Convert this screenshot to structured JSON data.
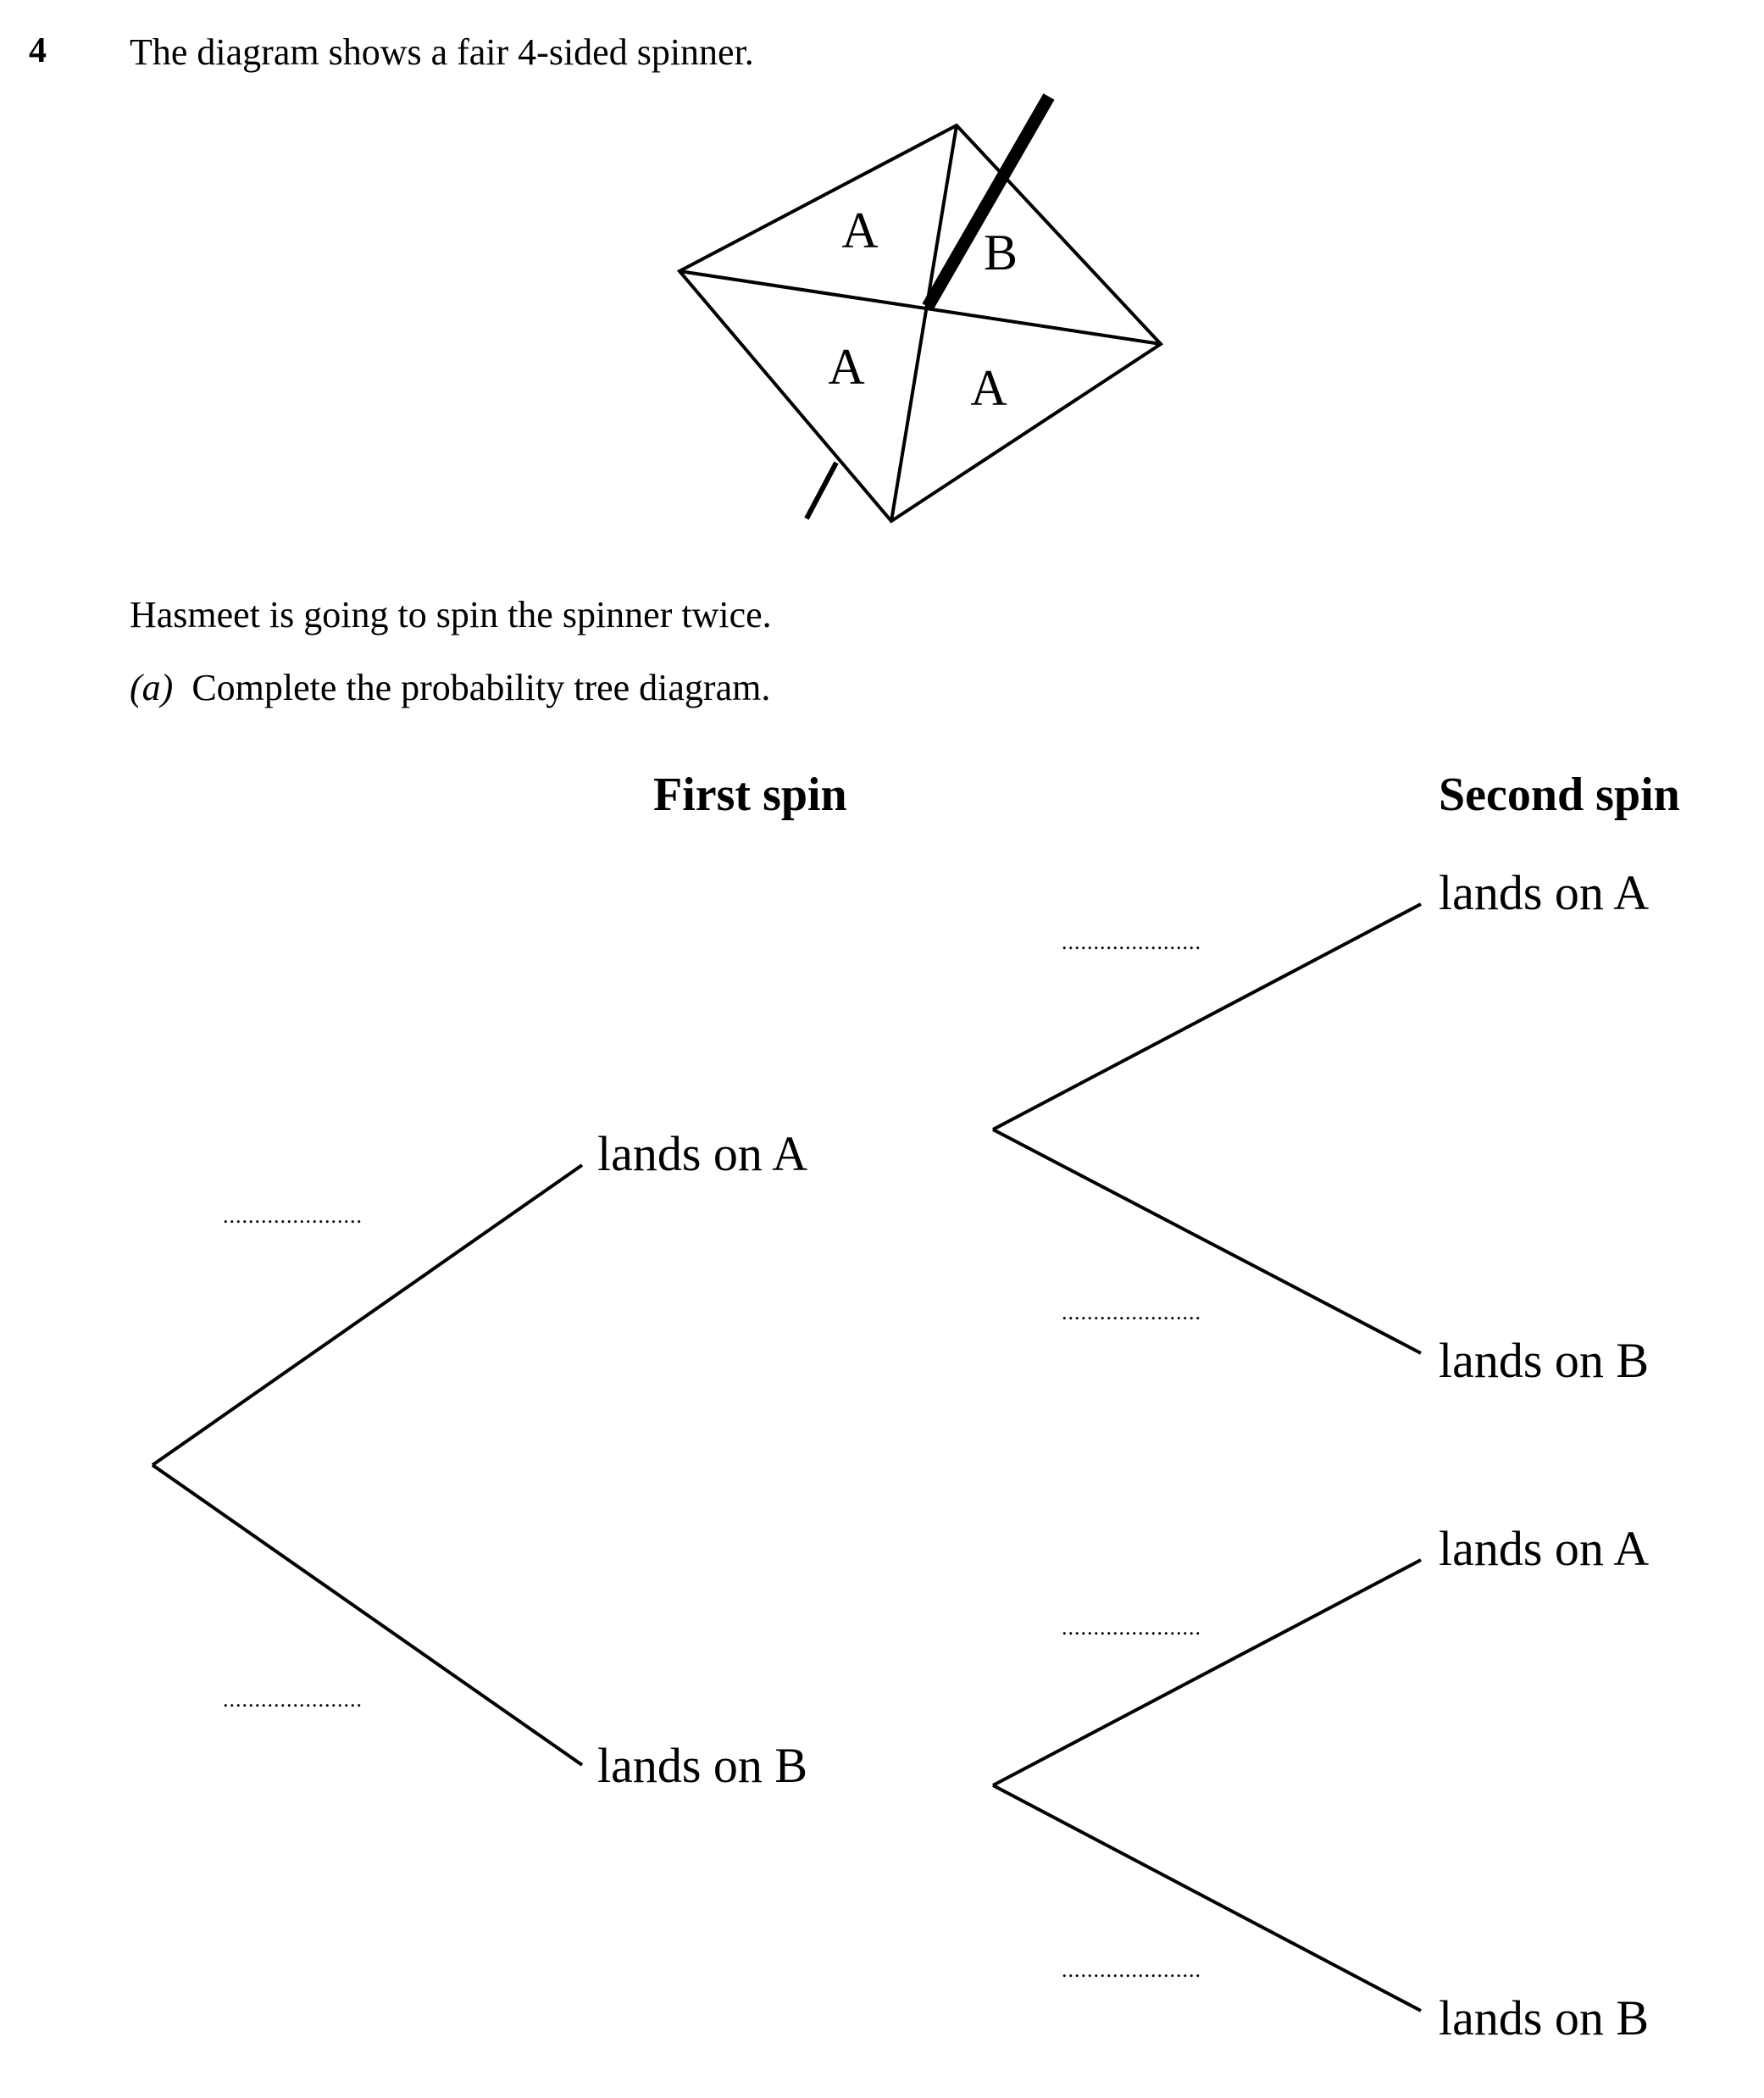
{
  "question": {
    "number": "4",
    "text": "The diagram shows a fair 4-sided spinner.",
    "intro": "Hasmeet is going to spin the spinner twice.",
    "part_a_label": "(a)",
    "part_a_text": "Complete the probability tree diagram."
  },
  "spinner": {
    "sections": [
      "A",
      "B",
      "A",
      "A"
    ]
  },
  "tree": {
    "headings": {
      "first": "First spin",
      "second": "Second spin"
    },
    "first_spin": {
      "upper": "lands on A",
      "lower": "lands on B"
    },
    "second_spin": {
      "a_upper": "lands on A",
      "a_lower": "lands on B",
      "b_upper": "lands on A",
      "b_lower": "lands on B"
    },
    "blank": "......................"
  }
}
